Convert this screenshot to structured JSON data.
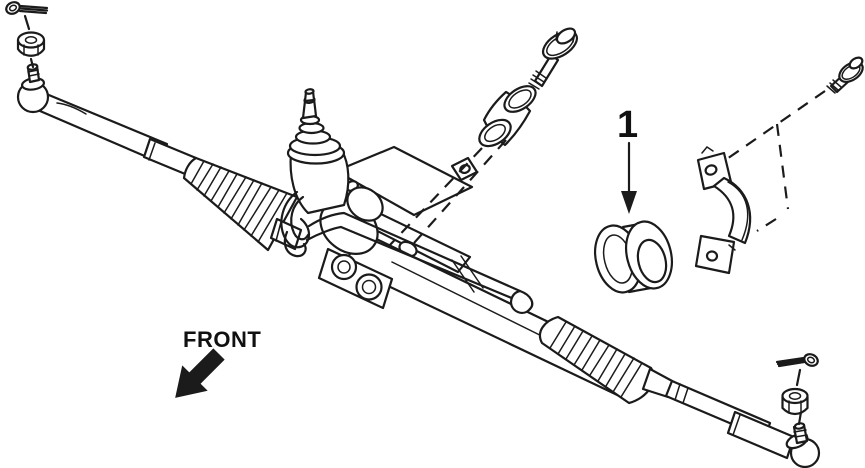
{
  "diagram": {
    "type": "exploded-parts-diagram",
    "subject": "power rack-and-pinion steering gear assembly",
    "background_color": "#ffffff",
    "line_color": "#1b1b1b",
    "callout_1": {
      "label": "1",
      "points_to": "gear-mount-bushing"
    },
    "front_indicator": {
      "label": "FRONT",
      "direction": "down-left"
    },
    "parts": [
      "cotter-pin-upper-left",
      "castle-nut-upper-left",
      "tie-rod-end-left",
      "tie-rod-left",
      "adjuster-sleeve-left",
      "bellows-boot-left",
      "pinion-input-shaft",
      "control-valve-housing",
      "mounting-flange",
      "hydraulic-pipes",
      "rack-housing-tube",
      "cylinder-port-block",
      "bellows-boot-right",
      "tie-rod-right",
      "adjuster-sleeve-right",
      "tie-rod-end-right",
      "castle-nut-lower-right",
      "cotter-pin-lower-right",
      "mount-bolt",
      "upper-mount-bushing",
      "gear-mount-bushing",
      "mount-clamp-bracket",
      "clamp-bolt"
    ]
  }
}
